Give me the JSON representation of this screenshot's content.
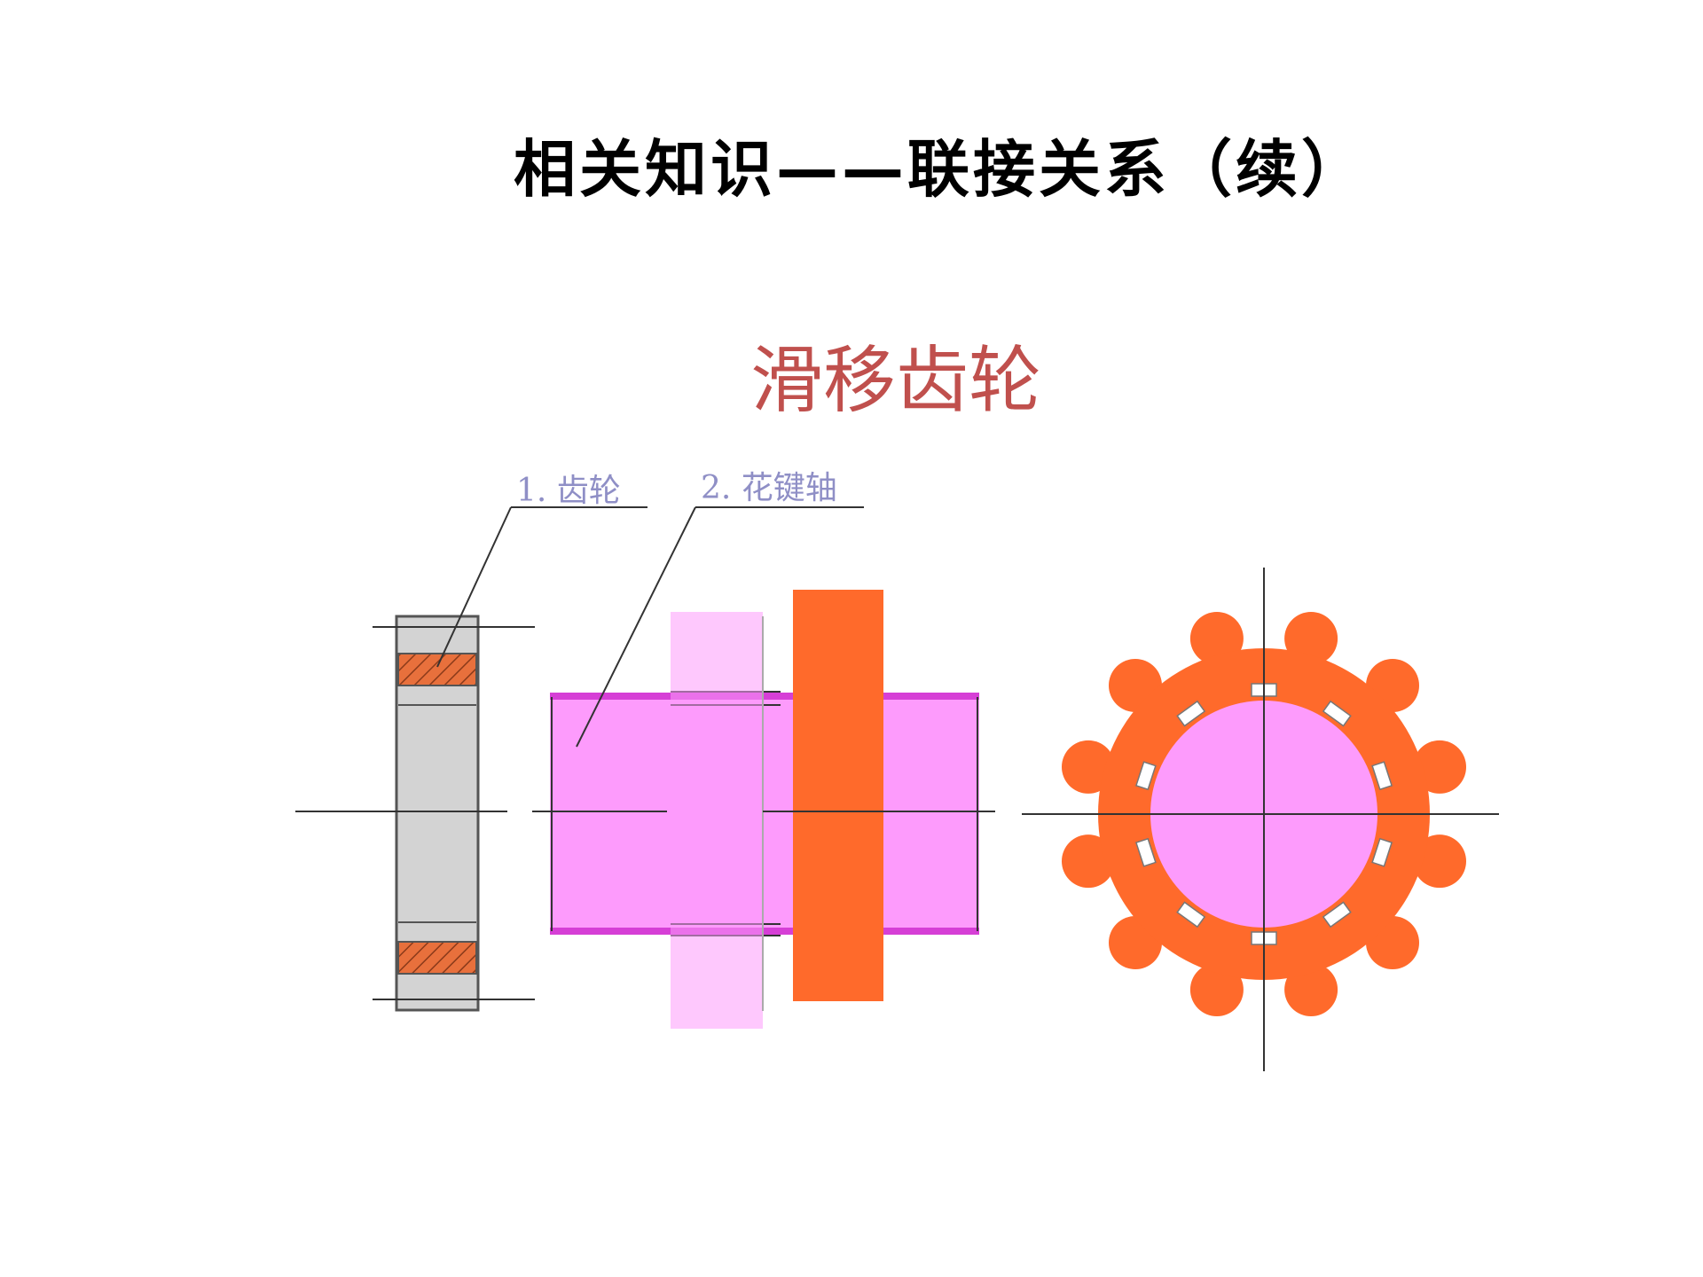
{
  "slide": {
    "title": "相关知识——联接关系（续）",
    "subtitle": "滑移齿轮"
  },
  "labels": {
    "gear": "1. 齿轮",
    "spline_shaft": "2. 花键轴"
  },
  "colors": {
    "gear_orange": "#ff6a2b",
    "hatch_orange": "#e8703c",
    "shaft_pink": "#fd9bfc",
    "shaft_edge": "#d63fd6",
    "side_gray": "#d3d3d3",
    "callout_text": "#8f8fc6",
    "subtitle_red": "#c0504d"
  }
}
